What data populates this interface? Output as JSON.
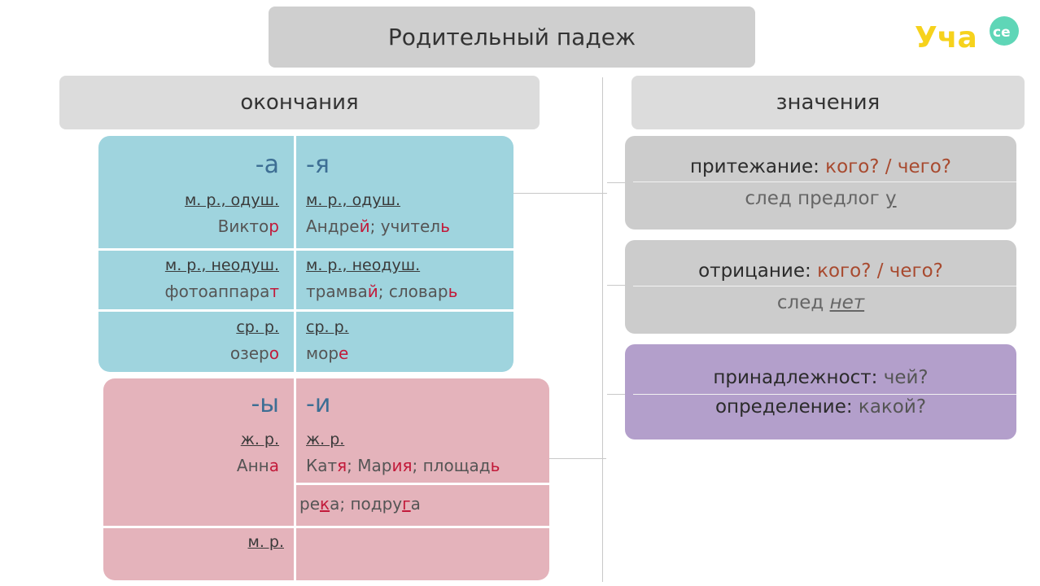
{
  "title": "Родительный падеж",
  "headers": {
    "endings": "окончания",
    "meanings": "значения"
  },
  "logo": {
    "main": "Уча",
    "badge": "се"
  },
  "blue_table": {
    "col_a": "-а",
    "col_ya": "-я",
    "row1": {
      "a_gender": "м. р., одуш.",
      "a_word_base": "Викто",
      "a_word_end": "р",
      "ya_gender": "м. р., одуш.",
      "ya_w1_base": "Андре",
      "ya_w1_end": "й",
      "sep": ";",
      "ya_w2_base": "учител",
      "ya_w2_end": "ь"
    },
    "row2": {
      "a_gender": "м. р., неодуш.",
      "a_word_base": "фотоаппара",
      "a_word_end": "т",
      "ya_gender": "м. р., неодуш.",
      "ya_w1_base": "трамва",
      "ya_w1_end": "й",
      "sep": ";",
      "ya_w2_base": "словар",
      "ya_w2_end": "ь"
    },
    "row3": {
      "a_gender": "ср. р.",
      "a_word_base": "озер",
      "a_word_end": "о",
      "ya_gender": "ср. р.",
      "ya_word_base": "мор",
      "ya_word_end": "е"
    }
  },
  "pink_table": {
    "col_y": "-ы",
    "col_i": "-и",
    "row1": {
      "y_gender": "ж. р.",
      "y_word_base": "Анн",
      "y_word_end": "а",
      "i_gender": "ж. р.",
      "i_w1_base": "Кат",
      "i_w1_end": "я",
      "sep1": ";",
      "i_w2_base": "Мар",
      "i_w2_end": "ия",
      "sep2": ";",
      "i_w3_base": "площад",
      "i_w3_end": "ь"
    },
    "row2": {
      "w1_pre": "ре",
      "w1_k": "к",
      "w1_post": "а",
      "sep": ";",
      "w2_pre": "подру",
      "w2_g": "г",
      "w2_post": "а"
    },
    "row3": {
      "gender": "м. р."
    }
  },
  "meanings": {
    "possession": {
      "label": "притежание:",
      "question": "кого? / чего?",
      "rule_pre": "след предлог",
      "rule_word": "у"
    },
    "negation": {
      "label": "отрицание:",
      "question": "кого? / чего?",
      "rule_pre": "след",
      "rule_word": "нет"
    },
    "belonging": {
      "label": "принадлежност:",
      "question": "чей?"
    },
    "definition": {
      "label": "определение:",
      "question": "какой?"
    }
  }
}
